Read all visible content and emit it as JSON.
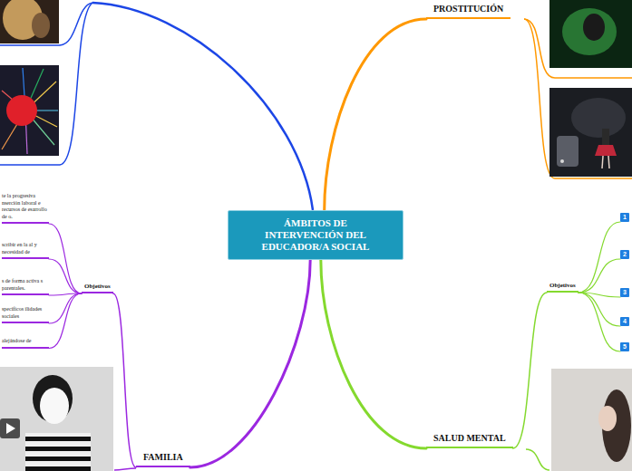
{
  "diagram": {
    "nodes": [
      {
        "text": [
          "ÁMBITOS DE INTERVENCIÓN DEL EDUCADOR/A SOCIAL"
        ]
      },
      {
        "text": [
          "PROSTITUCIÓN"
        ]
      },
      {
        "text": [
          "te la progresiva nserción laboral e recursos de esarrollo de o."
        ]
      },
      {
        "text": [
          "scribir en la al y necesidad de"
        ]
      },
      {
        "text": [
          "s de forma activa s parentales."
        ]
      },
      {
        "text": [
          "specíficos ilidades sociales"
        ]
      },
      {
        "text": [
          "alejándose de"
        ]
      },
      {
        "text": [
          "Objetivos"
        ]
      },
      {
        "text": [
          "Objetivos"
        ]
      },
      {
        "text": [
          "1"
        ]
      },
      {
        "text": [
          "2"
        ]
      },
      {
        "text": [
          "3"
        ]
      },
      {
        "text": [
          "4"
        ]
      },
      {
        "text": [
          "5"
        ]
      },
      {
        "text": [
          "SALUD MENTAL"
        ]
      },
      {
        "text": [
          "FAMILIA"
        ]
      }
    ],
    "edges": [
      {
        "from": 0,
        "to": 1,
        "arrow": "none"
      },
      {
        "from": 0,
        "to": 14,
        "arrow": "none"
      },
      {
        "from": 0,
        "to": 15,
        "arrow": "none"
      },
      {
        "from": 15,
        "to": 7,
        "arrow": "none"
      },
      {
        "from": 7,
        "to": 2,
        "arrow": "none"
      },
      {
        "from": 7,
        "to": 3,
        "arrow": "none"
      },
      {
        "from": 7,
        "to": 4,
        "arrow": "none"
      },
      {
        "from": 7,
        "to": 5,
        "arrow": "none"
      },
      {
        "from": 7,
        "to": 6,
        "arrow": "none"
      },
      {
        "from": 14,
        "to": 8,
        "arrow": "none"
      },
      {
        "from": 8,
        "to": 9,
        "arrow": "none"
      },
      {
        "from": 8,
        "to": 10,
        "arrow": "none"
      },
      {
        "from": 8,
        "to": 11,
        "arrow": "none"
      },
      {
        "from": 8,
        "to": 12,
        "arrow": "none"
      },
      {
        "from": 8,
        "to": 13,
        "arrow": "none"
      }
    ]
  }
}
